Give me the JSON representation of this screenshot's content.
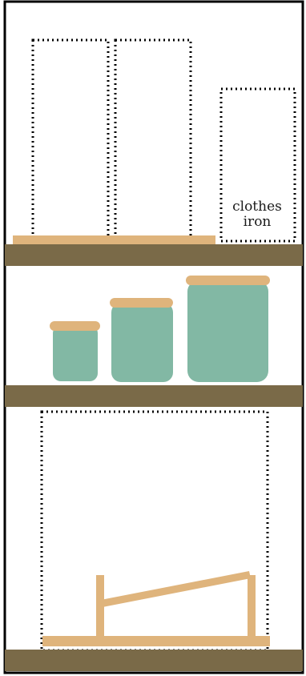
{
  "colors": {
    "frame": "#000000",
    "shelf": "#7a6a48",
    "board": "#dfb47c",
    "lid": "#dfb47c",
    "jar": "#82b8a4",
    "outline": "#000000"
  },
  "shelves": [
    "top-shelf",
    "middle-shelf",
    "bottom-shelf"
  ],
  "top_shelf": {
    "items": [
      "tall-item-slot-left",
      "tall-item-slot-right",
      "clothes-iron-slot"
    ],
    "iron_label_line1": "clothes",
    "iron_label_line2": "iron"
  },
  "middle_shelf": {
    "jars": [
      "small-jar",
      "medium-jar",
      "large-jar"
    ]
  },
  "bottom_shelf": {
    "items": [
      "ironing-board-slot",
      "folding-stand"
    ]
  }
}
